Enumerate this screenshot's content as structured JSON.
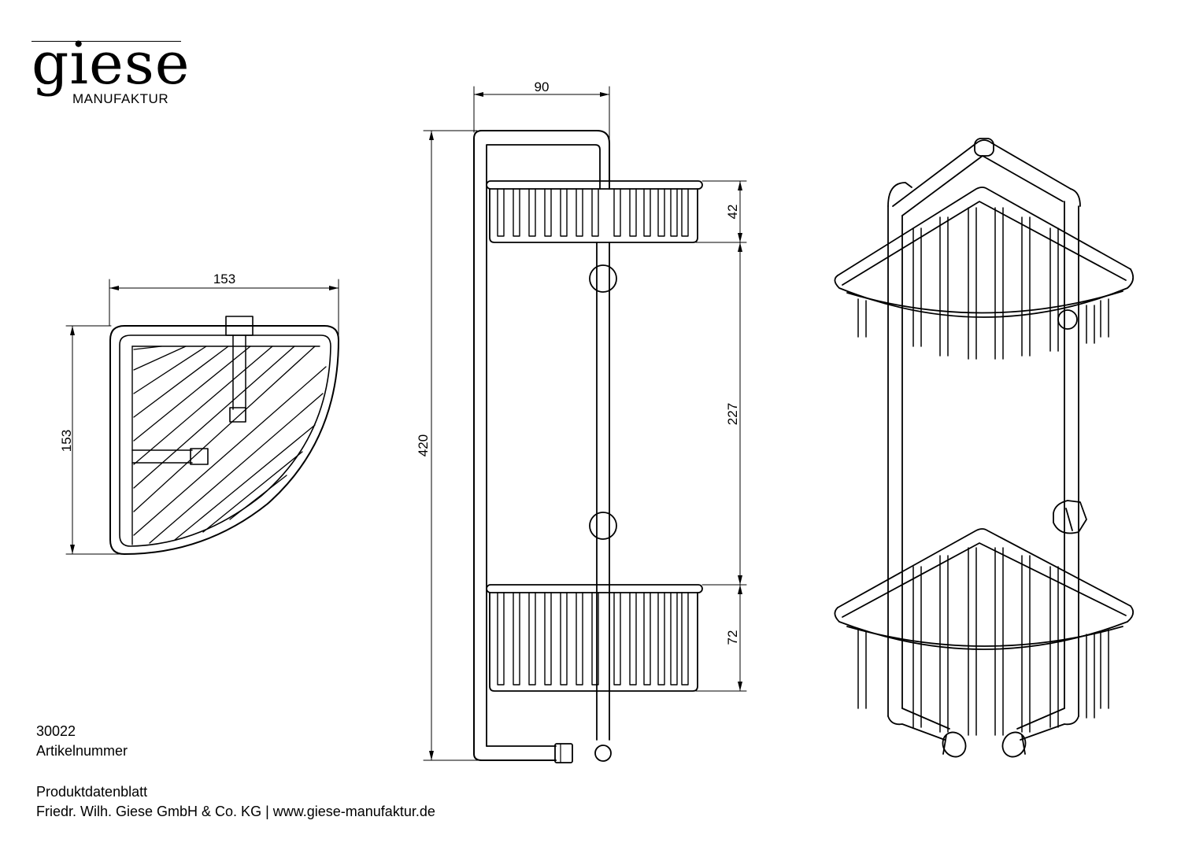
{
  "brand": {
    "name": "giese",
    "subtitle": "MANUFAKTUR"
  },
  "dimensions": {
    "top_width": "153",
    "top_depth": "153",
    "side_depth": "90",
    "total_height": "420",
    "upper_basket_height": "42",
    "basket_spacing": "227",
    "lower_basket_height": "72"
  },
  "article": {
    "number": "30022",
    "label": "Artikelnummer"
  },
  "footer": {
    "title": "Produktdatenblatt",
    "company": "Friedr. Wilh. Giese GmbH & Co. KG | www.giese-manufaktur.de"
  }
}
